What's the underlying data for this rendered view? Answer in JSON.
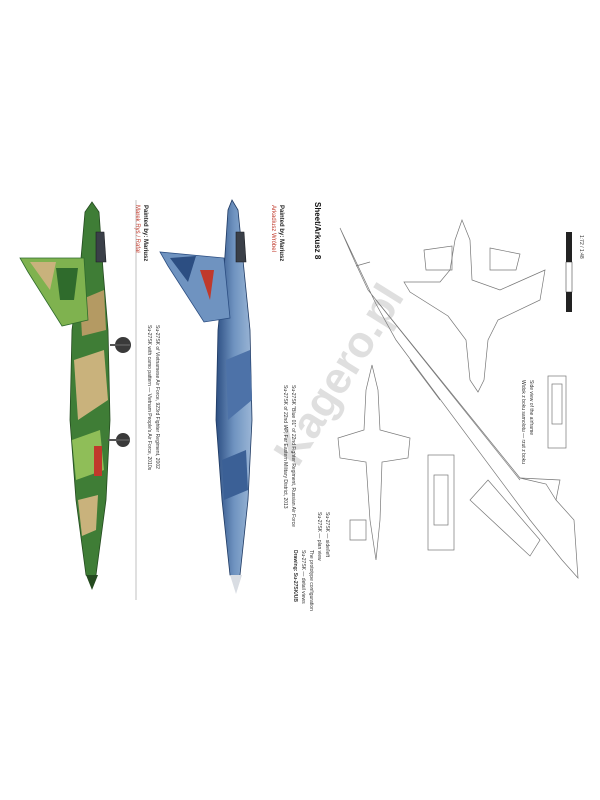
{
  "colors": {
    "camo_green_dark": "#2f6b2c",
    "camo_green_light": "#7fb24f",
    "camo_tan": "#c9b27c",
    "blue_dark": "#2c4e82",
    "blue_light": "#7ea2c9",
    "red_accent": "#c0392b",
    "line_gray": "#666666"
  },
  "profiles": {
    "left": {
      "painted_by": "Painted by: Mariusz",
      "author_red": "Marek Ryś / Rafał",
      "caption_1": "Su-27SK of Vietnamese Air Force, 923rd Fighter Regiment, 2002",
      "caption_2": "Su-27SK with camo pattern — Vietnam People's Air Force, 2010s"
    },
    "right": {
      "painted_by": "Painted by: Mariusz",
      "author_red": "Arkadiusz Wróbel",
      "caption_1": "Su-27SK \"Blue 01\" of 22nd Fighter Regiment, Russian Air Force",
      "caption_2": "Su-27SK of 22nd IAP, Far Eastern Military District, 2013"
    }
  },
  "drawings": {
    "sheet_title": "Sheet/Arkusz 8",
    "scale_note": "1:72 / 1:48",
    "note_1": "Side view of the airframe",
    "note_2": "Widok z boku samolotu — rzut z boku",
    "bottom_1": "Su-27SK — side/left",
    "bottom_2": "Su-27SK — plan view",
    "bottom_3": "The prototype configuration",
    "bottom_4": "Su-27SK — detail views",
    "bottom_5": "Drawing: Su-27SK/UB"
  },
  "watermark": "Kagero.pl",
  "icons": [
    "aircraft-profile",
    "line-drawing"
  ]
}
